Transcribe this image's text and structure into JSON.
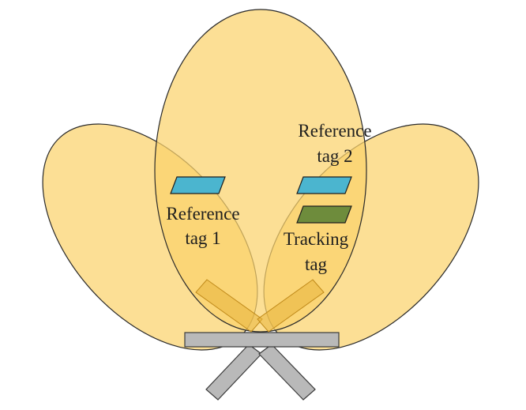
{
  "colors": {
    "lobe_fill": "#fbd36c",
    "lobe_stroke": "#2a2a2a",
    "reference_tag": "#4bb5cf",
    "tracking_tag": "#6e8c3c",
    "reader_antenna": "#b9b9b9",
    "antenna_element": "#e7b43c"
  },
  "labels": {
    "reference_tag_1_line1": "Reference",
    "reference_tag_1_line2": "tag 1",
    "reference_tag_2_line1": "Reference",
    "reference_tag_2_line2": "tag 2",
    "tracking_tag_line1": "Tracking",
    "tracking_tag_line2": "tag"
  },
  "icons": {
    "lobes": "ellipse-beam-icon",
    "tags": "parallelogram-tag-icon",
    "reader": "antenna-mount-icon"
  }
}
